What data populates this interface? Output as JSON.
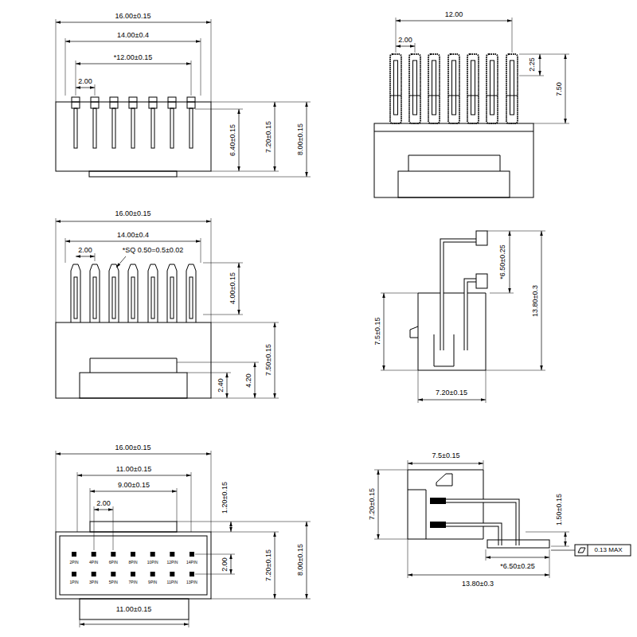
{
  "diagram": {
    "labels": [
      "16.00±0.15",
      "14.00±0.4",
      "*12.00±0.15",
      "2.00",
      "6.40±0.15",
      "7.20±0.15",
      "8.00±0.15",
      "12.00",
      "2.00",
      "2.25",
      "7.50",
      "16.00±0.15",
      "14.00±0.4",
      "2.00",
      "*SQ 0.50=0.5±0.02",
      "4.00±0.15",
      "7.50±0.15",
      "4.20",
      "2.40",
      "*6.50±0.25",
      "13.80±0.3",
      "7.5±0.15",
      "7.20±0.15",
      "16.00±0.15",
      "11.00±0.15",
      "9.00±0.15",
      "2.00",
      "1.20±0.15",
      "2.00",
      "7.20±0.15",
      "8.00±0.15",
      "11.00±0.15",
      "2PIN",
      "4PIN",
      "6PIN",
      "8PIN",
      "10PIN",
      "12PIN",
      "14PIN",
      "1PIN",
      "3PIN",
      "5PIN",
      "7PIN",
      "9PIN",
      "11PIN",
      "13PIN",
      "7.5±0.15",
      "7.20±0.15",
      "1.50±0.15",
      "*6.50±0.25",
      "13.80±0.3",
      "0.13 MAX"
    ]
  }
}
